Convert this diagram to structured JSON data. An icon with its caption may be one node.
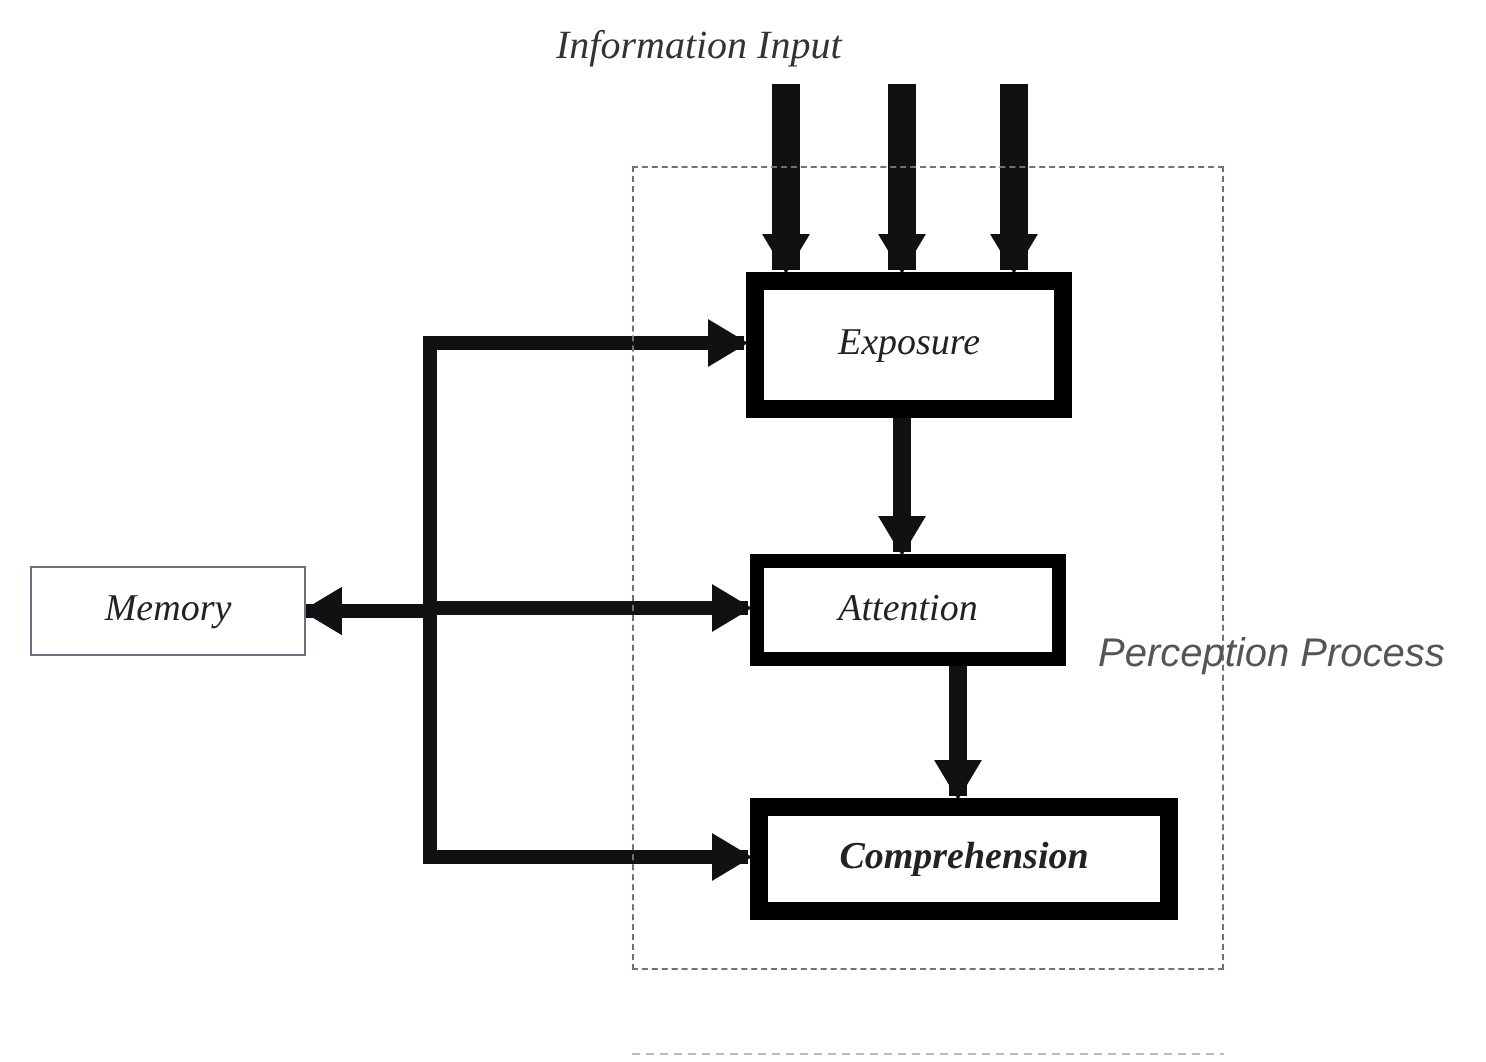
{
  "diagram": {
    "nodes": [
      {
        "text": [
          "Perception Process"
        ]
      },
      {
        "text": [
          "Exposure"
        ],
        "in": 0
      },
      {
        "text": [
          "Attention"
        ],
        "in": 0
      },
      {
        "text": [
          "Comprehension"
        ],
        "in": 0
      },
      {
        "text": [
          "Memory"
        ]
      }
    ],
    "edges": [
      {
        "from": null,
        "to": 1,
        "arrow": "to"
      },
      {
        "from": null,
        "to": 1,
        "arrow": "to"
      },
      {
        "from": null,
        "to": 1,
        "arrow": "to"
      },
      {
        "from": 1,
        "to": 2,
        "arrow": "to"
      },
      {
        "from": 2,
        "to": 3,
        "arrow": "to"
      },
      {
        "from": 4,
        "to": 1,
        "arrow": "both"
      },
      {
        "from": 4,
        "to": 2,
        "arrow": "both"
      },
      {
        "from": 4,
        "to": 3,
        "arrow": "both"
      }
    ],
    "labels": [
      "Information Input"
    ]
  }
}
